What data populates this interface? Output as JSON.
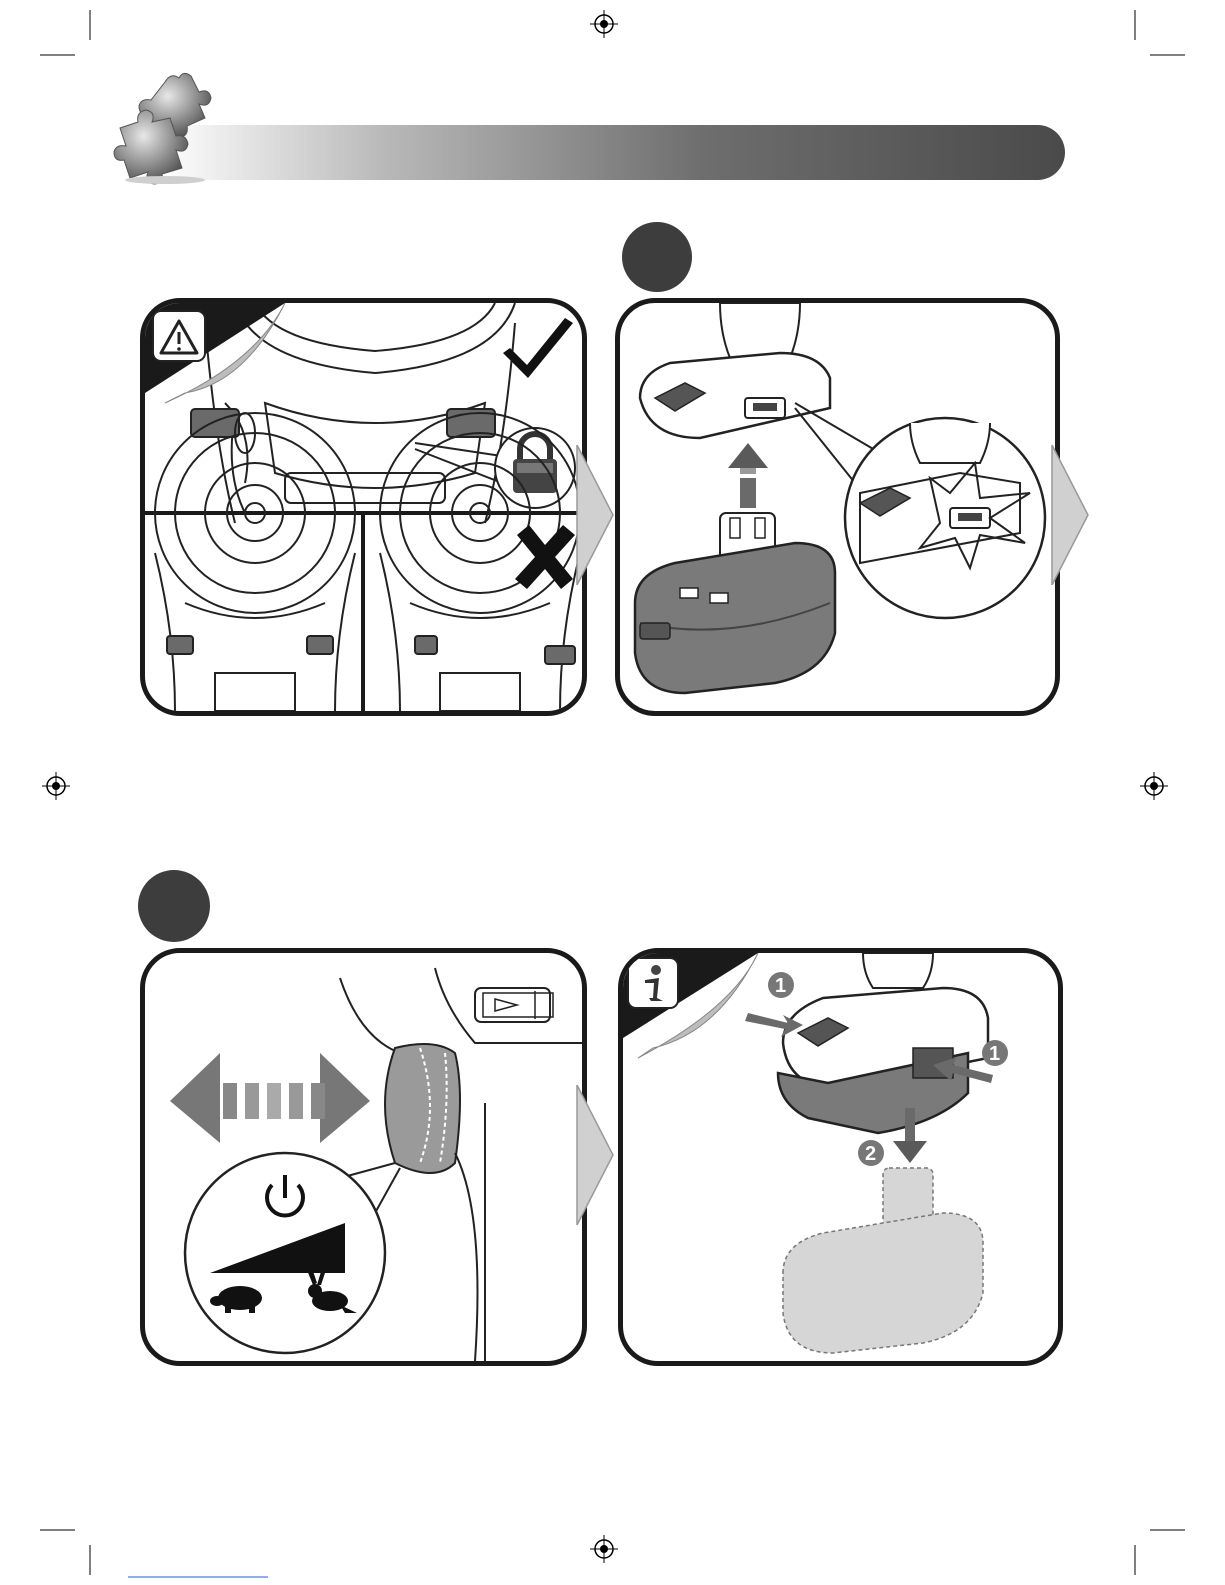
{
  "header": {
    "icon": "puzzle-pieces-icon",
    "bar_color_start": "#ffffff",
    "bar_color_end": "#4a4a4a"
  },
  "panels": {
    "top_left": {
      "icons": [
        "warning-icon",
        "checkmark-icon",
        "padlock-icon",
        "cross-icon"
      ]
    },
    "top_right": {
      "icons": [
        "up-arrow-icon"
      ]
    },
    "bottom_left": {
      "icons": [
        "power-icon",
        "turtle-icon",
        "rabbit-icon"
      ]
    },
    "bottom_right": {
      "icons": [
        "info-icon",
        "press-arrow-icon",
        "down-arrow-icon"
      ],
      "step_badges": [
        "1",
        "1",
        "2"
      ]
    }
  },
  "colors": {
    "panel_border": "#1a1a1a",
    "marker": "#3d3d3d",
    "next_arrow": "#d0d0d0"
  }
}
